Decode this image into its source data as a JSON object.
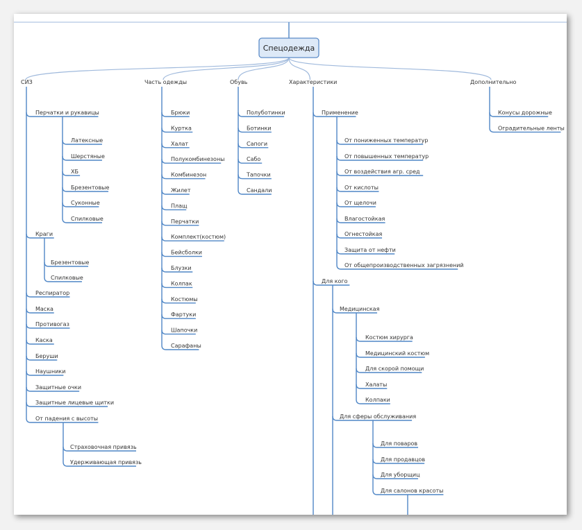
{
  "colors": {
    "line": "#4f86c6",
    "root_fill": "#dde9f7",
    "root_border": "#5b8bc8"
  },
  "root": "Спецодежда",
  "branches": [
    {
      "label": "СИЗ",
      "children": [
        {
          "label": "Перчатки и рукавицы",
          "children": [
            {
              "label": "Латексные"
            },
            {
              "label": "Шерстяные"
            },
            {
              "label": "ХБ"
            },
            {
              "label": "Брезентовые"
            },
            {
              "label": "Суконные"
            },
            {
              "label": "Спилковые"
            }
          ]
        },
        {
          "label": "Краги",
          "children": [
            {
              "label": "Брезентовые"
            },
            {
              "label": "Спилковые"
            }
          ]
        },
        {
          "label": "Респиратор"
        },
        {
          "label": "Маска"
        },
        {
          "label": "Противогаз"
        },
        {
          "label": "Каска"
        },
        {
          "label": "Беруши"
        },
        {
          "label": "Наушники"
        },
        {
          "label": "Защитные очки"
        },
        {
          "label": "Защитные лицевые щитки"
        },
        {
          "label": "От падения с высоты",
          "children": [
            {
              "label": "Страховочная привязь"
            },
            {
              "label": "Удерживающая привязь"
            }
          ]
        }
      ]
    },
    {
      "label": "Часть одежды",
      "children": [
        {
          "label": "Брюки"
        },
        {
          "label": "Куртка"
        },
        {
          "label": "Халат"
        },
        {
          "label": "Полукомбинезоны"
        },
        {
          "label": "Комбинезон"
        },
        {
          "label": "Жилет"
        },
        {
          "label": "Плащ"
        },
        {
          "label": "Перчатки"
        },
        {
          "label": "Комплект(костюм)"
        },
        {
          "label": "Бейсболки"
        },
        {
          "label": "Блузки"
        },
        {
          "label": "Колпак"
        },
        {
          "label": "Костюмы"
        },
        {
          "label": "Фартуки"
        },
        {
          "label": "Шапочки"
        },
        {
          "label": "Сарафаны"
        }
      ]
    },
    {
      "label": "Обувь",
      "children": [
        {
          "label": "Полуботинки"
        },
        {
          "label": "Ботинки"
        },
        {
          "label": "Сапоги"
        },
        {
          "label": "Сабо"
        },
        {
          "label": "Тапочки"
        },
        {
          "label": "Сандали"
        }
      ]
    },
    {
      "label": "Характеристики",
      "children": [
        {
          "label": "Применение",
          "children": [
            {
              "label": "От пониженных температур"
            },
            {
              "label": "От повышенных температур"
            },
            {
              "label": "От воздействия агр. сред"
            },
            {
              "label": "От кислоты"
            },
            {
              "label": "От щелочи"
            },
            {
              "label": "Влагостойкая"
            },
            {
              "label": "Огнестойкая"
            },
            {
              "label": "Защита от нефти"
            },
            {
              "label": "От общепроизводственных загрязнений"
            }
          ]
        },
        {
          "label": "Для кого",
          "children": [
            {
              "label": "Медицинская",
              "children": [
                {
                  "label": "Костюм хирурга"
                },
                {
                  "label": "Медицинский костюм"
                },
                {
                  "label": "Для скорой помощи"
                },
                {
                  "label": "Халаты"
                },
                {
                  "label": "Колпаки"
                }
              ]
            },
            {
              "label": "Для сферы обслуживания",
              "children": [
                {
                  "label": "Для поваров"
                },
                {
                  "label": "Для продавцов"
                },
                {
                  "label": "Для уборщиц"
                },
                {
                  "label": "Для салонов красоты"
                }
              ]
            }
          ]
        }
      ]
    },
    {
      "label": "Дополнительно",
      "children": [
        {
          "label": "Конусы дорожные"
        },
        {
          "label": "Оградительные ленты"
        }
      ]
    }
  ]
}
